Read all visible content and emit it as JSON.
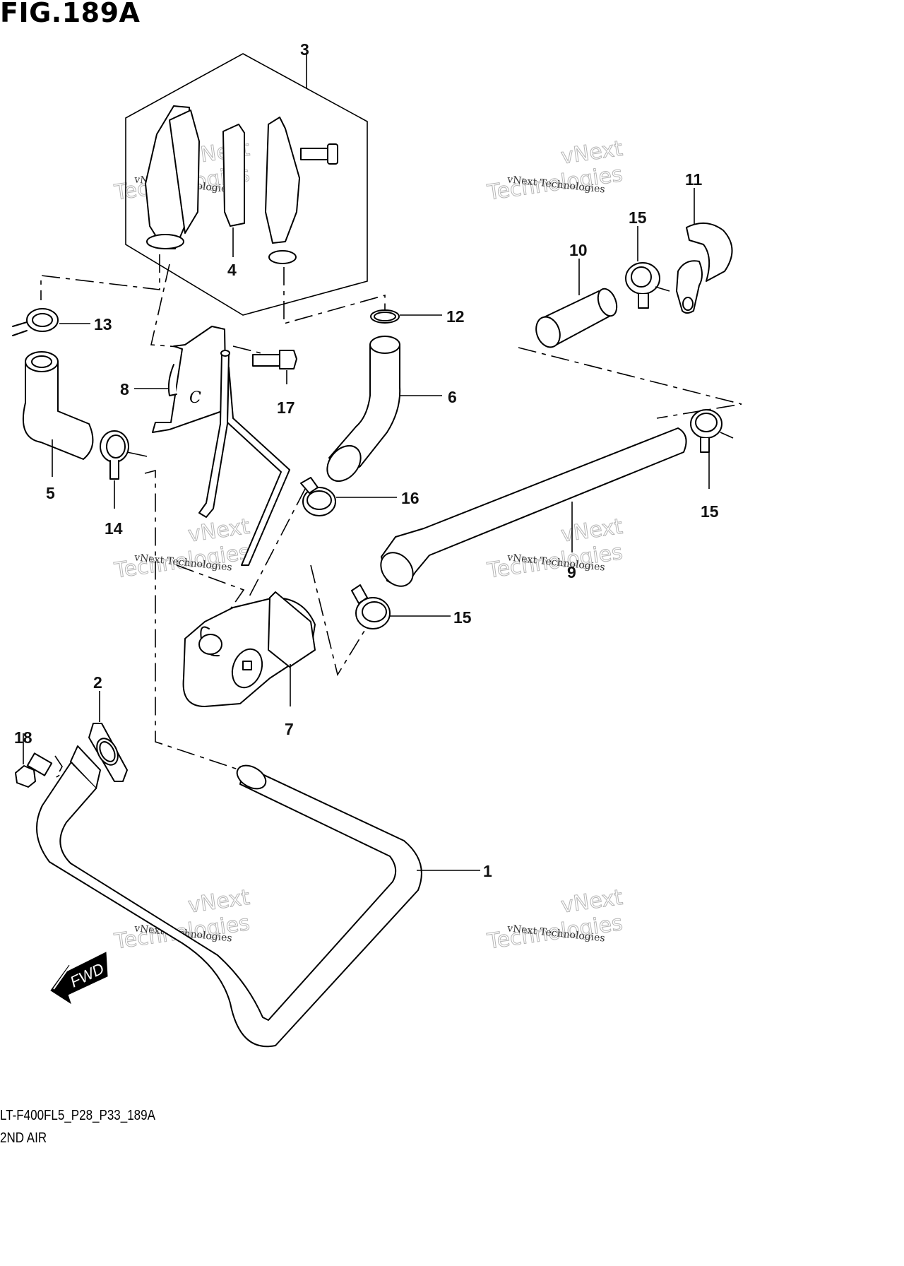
{
  "figure": {
    "title": "FIG.189A",
    "model_code": "LT-F400FL5_P28_P33_189A",
    "section_name": "2ND AIR",
    "direction_badge": "FWD",
    "watermark_line1": "vNext Technologies",
    "watermark_outline_top": "vNext",
    "watermark_outline_bottom": "Technologies"
  },
  "callouts": [
    {
      "id": "1",
      "part": "hose-1"
    },
    {
      "id": "2",
      "part": "gasket"
    },
    {
      "id": "3",
      "part": "reed-valve-assembly"
    },
    {
      "id": "4",
      "part": "reed-valve"
    },
    {
      "id": "5",
      "part": "hose-elbow"
    },
    {
      "id": "6",
      "part": "hose-6"
    },
    {
      "id": "7",
      "part": "control-valve"
    },
    {
      "id": "8",
      "part": "bracket"
    },
    {
      "id": "9",
      "part": "hose-9"
    },
    {
      "id": "10",
      "part": "joint"
    },
    {
      "id": "11",
      "part": "clamp-holder"
    },
    {
      "id": "12",
      "part": "clip-ring"
    },
    {
      "id": "13",
      "part": "clamp-13"
    },
    {
      "id": "14",
      "part": "clamp-14"
    },
    {
      "id": "15",
      "part": "clamp-15"
    },
    {
      "id": "16",
      "part": "clamp-16"
    },
    {
      "id": "17",
      "part": "bolt-17"
    },
    {
      "id": "18",
      "part": "bolt-18"
    }
  ],
  "labels": {
    "c1": "1",
    "c2": "2",
    "c3": "3",
    "c4": "4",
    "c5": "5",
    "c6": "6",
    "c7": "7",
    "c8": "8",
    "c9": "9",
    "c10": "10",
    "c11": "11",
    "c12": "12",
    "c13": "13",
    "c14": "14",
    "c15a": "15",
    "c15b": "15",
    "c15c": "15",
    "c16": "16",
    "c17": "17",
    "c18": "18"
  }
}
